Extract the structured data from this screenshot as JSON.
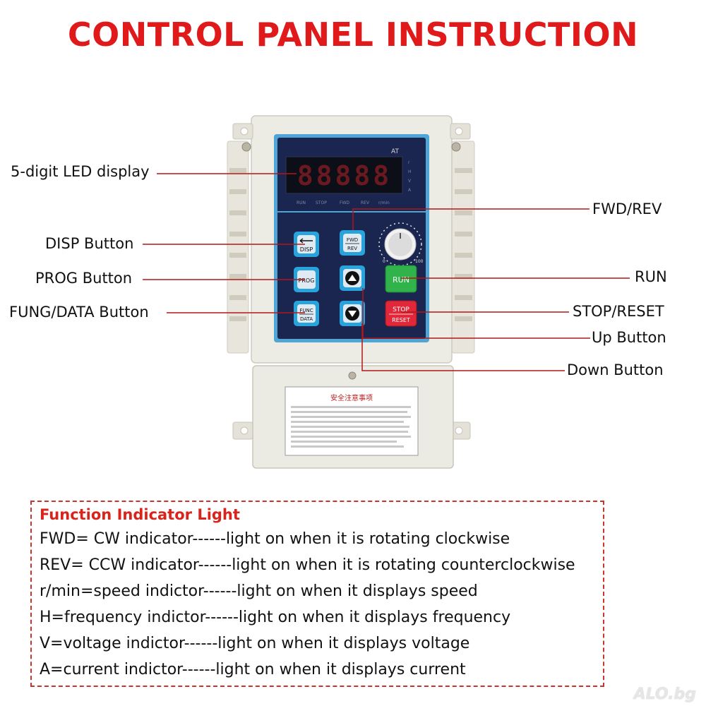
{
  "title": "CONTROL PANEL INSTRUCTION",
  "callouts": {
    "led_display": "5-digit LED display",
    "disp": "DISP Button",
    "prog": "PROG Button",
    "fung_data": "FUNG/DATA Button",
    "fwd_rev": "FWD/REV",
    "run": "RUN",
    "stop_reset": "STOP/RESET",
    "up": "Up Button",
    "down": "Down Button"
  },
  "panel": {
    "brand": "AT",
    "led_digits": "88888",
    "indicators": [
      "RUN",
      "STOP",
      "FWD",
      "REV",
      "r/min"
    ],
    "side_units": [
      "r",
      "H",
      "V",
      "A"
    ],
    "buttons": {
      "disp": "DISP",
      "prog": "PROG",
      "func": "FUNC",
      "data": "DATA",
      "fwd": "FWD",
      "rev": "REV",
      "run": "RUN",
      "stop": "STOP",
      "reset": "RESET"
    },
    "knob_min": "0",
    "knob_max": "100",
    "warning_title": "安全注意事项"
  },
  "function_box": {
    "title": "Function Indicator Light",
    "lines": [
      "FWD= CW indicator------light on when it is rotating clockwise",
      "REV= CCW indicator------light on when it is rotating counterclockwise",
      "r/min=speed indictor------light on when it displays speed",
      "H=frequency indictor------light on when it displays frequency",
      "V=voltage indictor------light on when it displays voltage",
      "A=current indictor------light on when it displays current"
    ]
  },
  "watermark": "ALO.bg",
  "colors": {
    "title_red": "#e01a1a",
    "callout_line": "#b01818",
    "panel_navy": "#1a2550",
    "button_blue": "#29a3dc",
    "run_green": "#2fb34a",
    "stop_red": "#e0283a",
    "led_red": "#e8232c"
  }
}
